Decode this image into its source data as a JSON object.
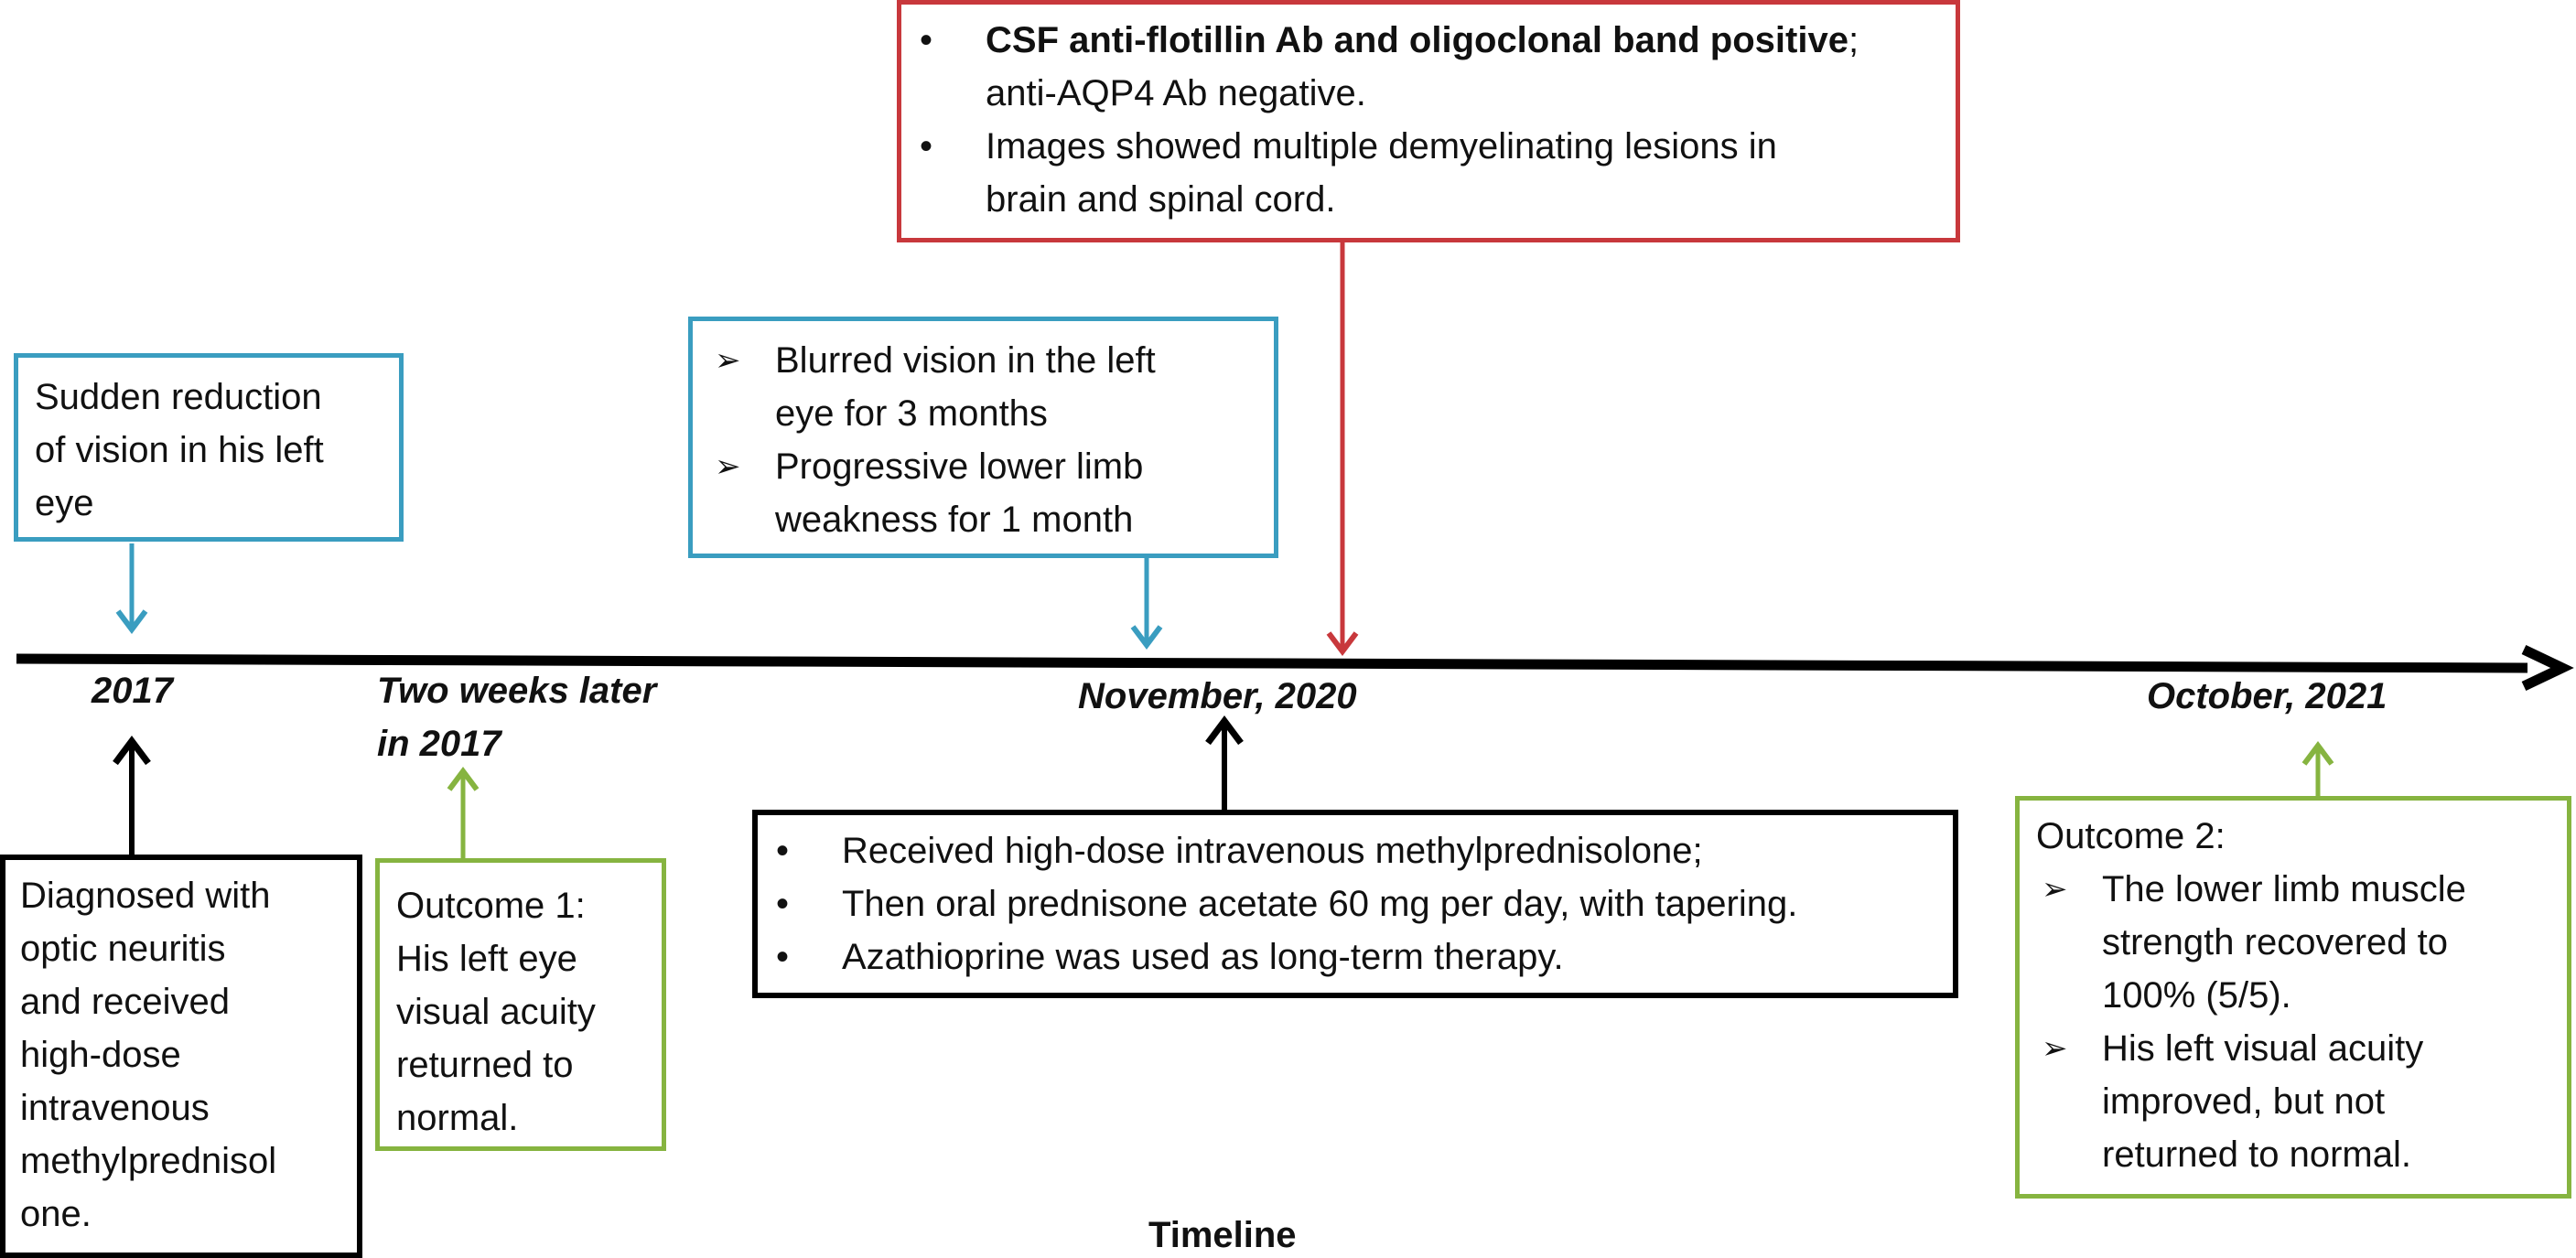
{
  "timeline_labels": {
    "t2017": "2017",
    "two_weeks_line1": "Two weeks later",
    "two_weeks_line2": "in 2017",
    "nov2020": "November, 2020",
    "oct2021": "October, 2021"
  },
  "caption": "Timeline",
  "box_sudden": {
    "lines": [
      "Sudden reduction",
      "of vision in his left",
      "eye"
    ]
  },
  "box_blurred": {
    "items": [
      {
        "lines": [
          "Blurred vision in the left",
          "eye for 3 months"
        ]
      },
      {
        "lines": [
          "Progressive lower limb",
          "weakness for 1 month"
        ]
      }
    ]
  },
  "box_csf": {
    "item1_bold": "CSF anti-flotillin Ab and oligoclonal band positive",
    "item1_rest": ";",
    "item1_line2": "anti-AQP4 Ab negative.",
    "item2_lines": [
      "Images showed multiple demyelinating lesions in",
      "brain and spinal cord."
    ]
  },
  "box_diagnosed": {
    "lines": [
      "Diagnosed with",
      "optic neuritis",
      "and received",
      "high-dose",
      "intravenous",
      "methylprednisol",
      "one."
    ]
  },
  "box_outcome1": {
    "lines": [
      "Outcome 1:",
      "His left eye",
      "visual acuity",
      "returned to",
      "normal."
    ]
  },
  "box_treatment": {
    "items": [
      "Received high-dose intravenous methylprednisolone;",
      "Then oral prednisone acetate 60 mg per day, with tapering.",
      "Azathioprine was used as long-term therapy."
    ]
  },
  "box_outcome2": {
    "title": "Outcome 2:",
    "items": [
      {
        "lines": [
          "The lower limb muscle",
          "strength recovered to",
          "100% (5/5)."
        ]
      },
      {
        "lines": [
          "His left visual acuity",
          "improved, but not",
          "returned to normal."
        ]
      }
    ]
  },
  "colors": {
    "blue": "#3a9dc0",
    "red": "#c8383c",
    "black": "#000000",
    "green": "#86b440"
  }
}
